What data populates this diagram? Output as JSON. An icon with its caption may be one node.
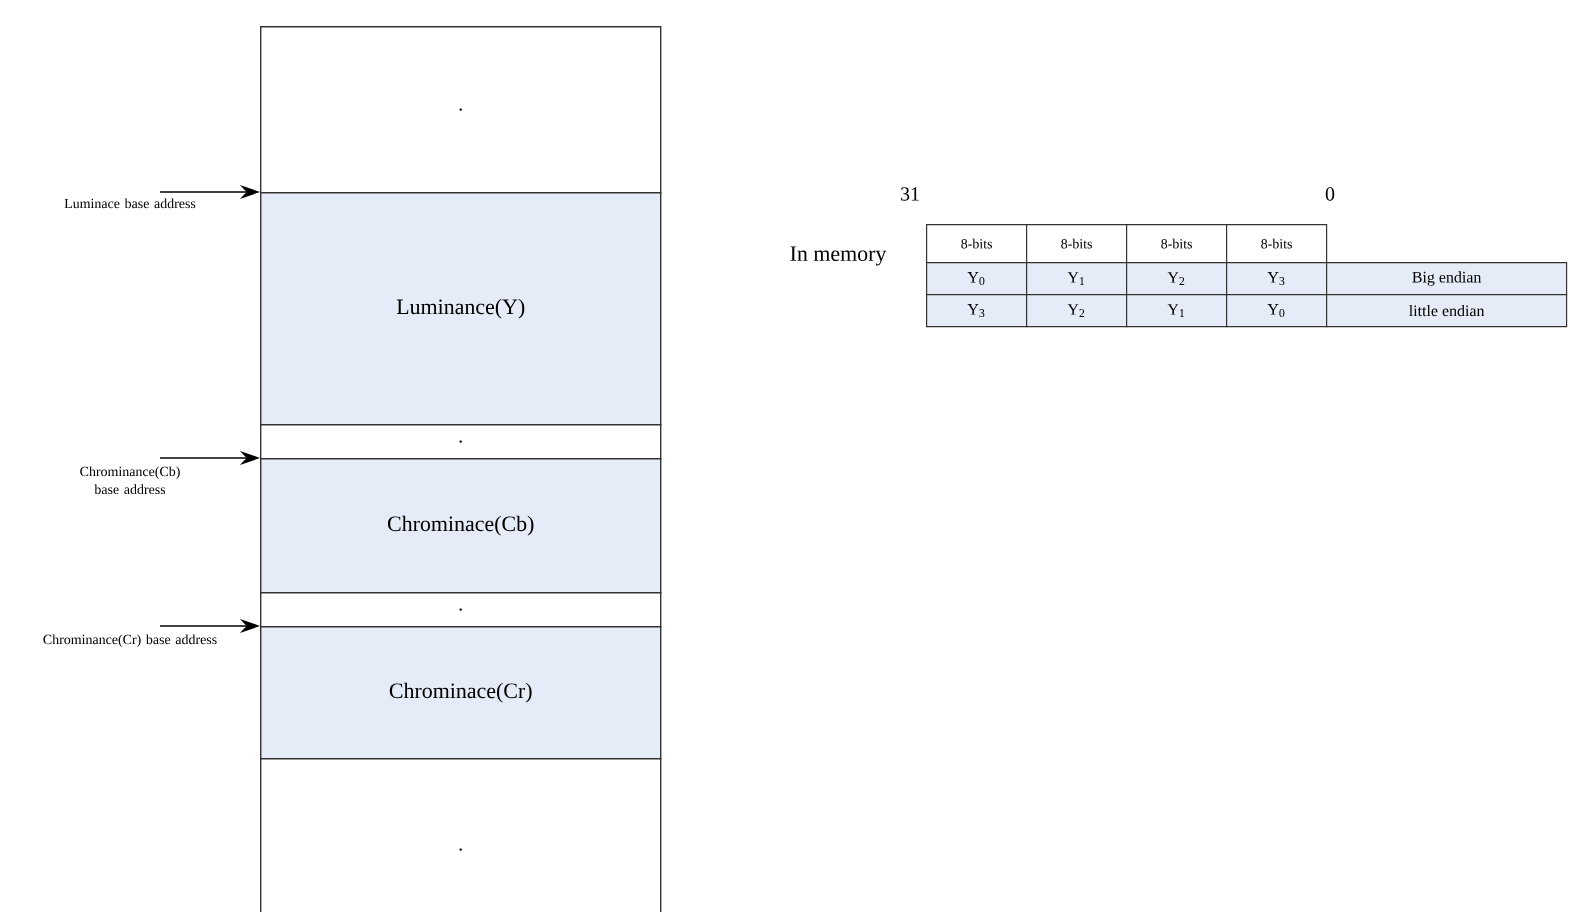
{
  "diagram": {
    "nodes": [
      {
        "text": [
          "."
        ]
      },
      {
        "text": [
          "Luminace base address"
        ]
      },
      {
        "text": [
          "Luminance(Y)"
        ]
      },
      {
        "text": [
          "."
        ]
      },
      {
        "text": [
          "Chrominance(Cb)  base address"
        ]
      },
      {
        "text": [
          "Chrominace(Cb)"
        ]
      },
      {
        "text": [
          "."
        ]
      },
      {
        "text": [
          "Chrominance(Cr)  base address"
        ]
      },
      {
        "text": [
          "Chrominace(Cr)"
        ]
      },
      {
        "text": [
          "."
        ]
      }
    ],
    "edges": [
      {
        "from": 1,
        "to": 2,
        "arrow": "to"
      },
      {
        "from": 4,
        "to": 5,
        "arrow": "to"
      },
      {
        "from": 7,
        "to": 8,
        "arrow": "to"
      }
    ],
    "labels": [
      "31",
      "0",
      "In memory",
      "8-bits",
      "8-bits",
      "8-bits",
      "8-bits",
      "Y$_{0}$",
      "Y$_{1}$",
      "Y$_{2}$",
      "Y$_{3}$",
      "Big endian",
      "Y$_{3}$",
      "Y$_{2}$",
      "Y$_{1}$",
      "Y$_{0}$",
      "little endian"
    ]
  }
}
